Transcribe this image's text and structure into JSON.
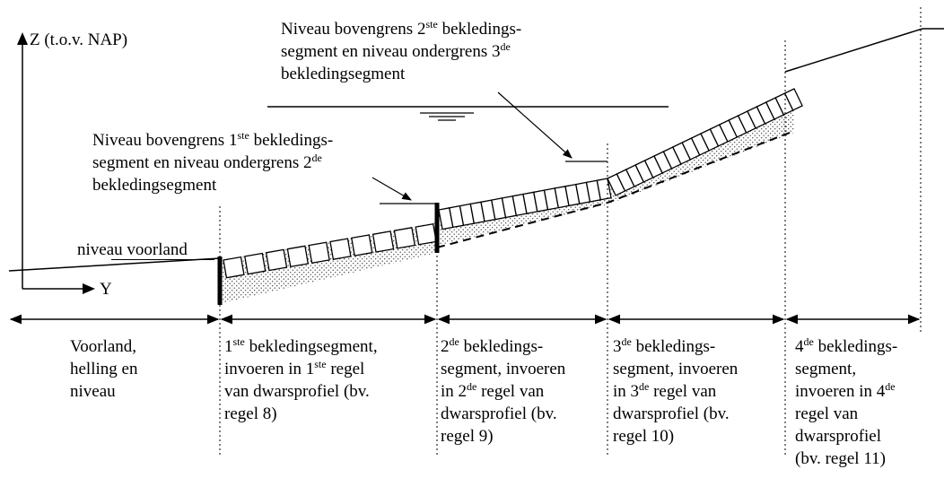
{
  "axes": {
    "z_label": "Z (t.o.v. NAP)",
    "y_label": "Y"
  },
  "annotations": {
    "niveau2": {
      "l1_a": "Niveau bovengrens 2",
      "l1_sup": "ste",
      "l1_b": " bekledings-",
      "l2_a": "segment en niveau ondergrens 3",
      "l2_sup": "de",
      "l3": "bekledingsegment"
    },
    "niveau1": {
      "l1_a": "Niveau bovengrens 1",
      "l1_sup": "ste",
      "l1_b": " bekledings-",
      "l2_a": "segment en niveau ondergrens 2",
      "l2_sup": "de",
      "l3": "bekledingsegment"
    },
    "voorland": "niveau voorland"
  },
  "segments": {
    "voorland": {
      "l1": "Voorland,",
      "l2": "helling en",
      "l3": "niveau"
    },
    "seg1": {
      "l1_a": "1",
      "l1_sup": "ste",
      "l1_b": " bekledingsegment,",
      "l2_a": "invoeren in 1",
      "l2_sup": "ste",
      "l2_b": " regel",
      "l3": "van dwarsprofiel (bv.",
      "l4": "regel 8)"
    },
    "seg2": {
      "l1_a": "2",
      "l1_sup": "de",
      "l1_b": " bekledings-",
      "l2": "segment, invoeren",
      "l3_a": "in 2",
      "l3_sup": "de",
      "l3_b": " regel van",
      "l4": "dwarsprofiel (bv.",
      "l5": "regel 9)"
    },
    "seg3": {
      "l1_a": "3",
      "l1_sup": "de",
      "l1_b": " bekledings-",
      "l2": "segment, invoeren",
      "l3_a": "in 3",
      "l3_sup": "de",
      "l3_b": " regel van",
      "l4": "dwarsprofiel (bv.",
      "l5": "regel 10)"
    },
    "seg4": {
      "l1_a": "4",
      "l1_sup": "de",
      "l1_b": " bekledings-",
      "l2": "segment,",
      "l3_a": "invoeren in 4",
      "l3_sup": "de",
      "l4": "regel van",
      "l5": "dwarsprofiel",
      "l6": "(bv. regel 11)"
    }
  }
}
